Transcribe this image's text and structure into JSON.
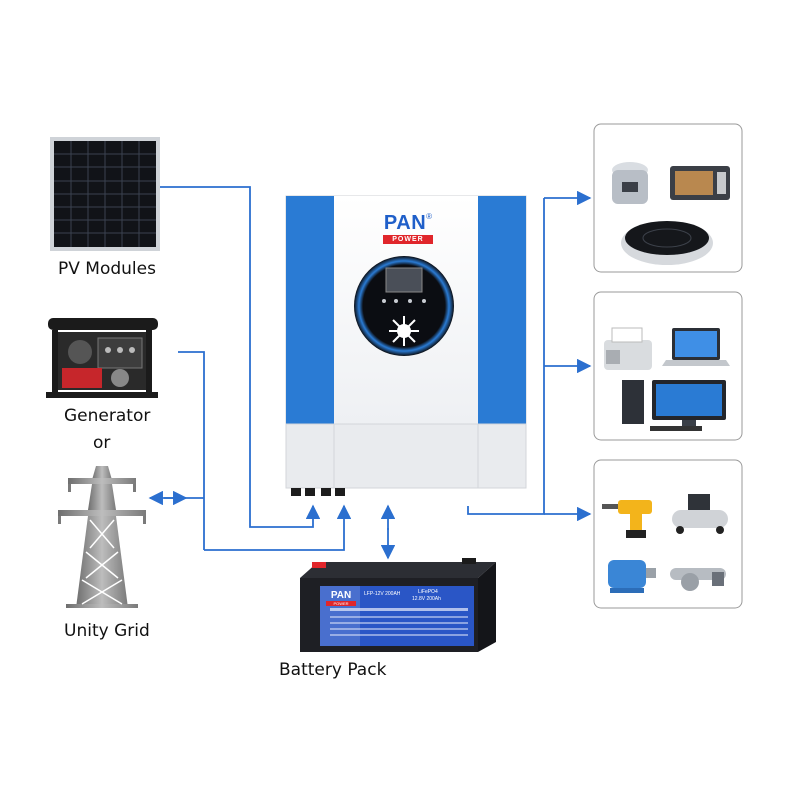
{
  "sources": {
    "pv_label": "PV Modules",
    "generator_label": "Generator",
    "or_label": "or",
    "grid_label": "Unity Grid"
  },
  "inverter": {
    "brand_main": "PAN",
    "brand_sub": "POWER",
    "registered_mark": "®"
  },
  "battery": {
    "label": "Battery Pack",
    "brand_main": "PAN",
    "brand_sub": "POWER",
    "model": "LFP-12V 200AH",
    "chem": "LiFePO4",
    "spec": "12.8V 200Ah"
  },
  "colors": {
    "flow_line": "#2b6fcf",
    "inverter_side": "#2a7bd4",
    "brand_red": "#e0262b",
    "brand_blue": "#1f5fc9",
    "battery_body": "#1e1f24",
    "battery_panel": "#2a56c6"
  },
  "loads": [
    {
      "group": "kitchen-appliances",
      "icons": [
        "rice-cooker-icon",
        "microwave-icon",
        "induction-cooktop-icon"
      ]
    },
    {
      "group": "office-devices",
      "icons": [
        "fax-machine-icon",
        "laptop-icon",
        "desktop-computer-icon"
      ]
    },
    {
      "group": "power-tools",
      "icons": [
        "cordless-drill-icon",
        "air-compressor-icon",
        "electric-motor-icon",
        "angle-grinder-icon"
      ]
    }
  ]
}
